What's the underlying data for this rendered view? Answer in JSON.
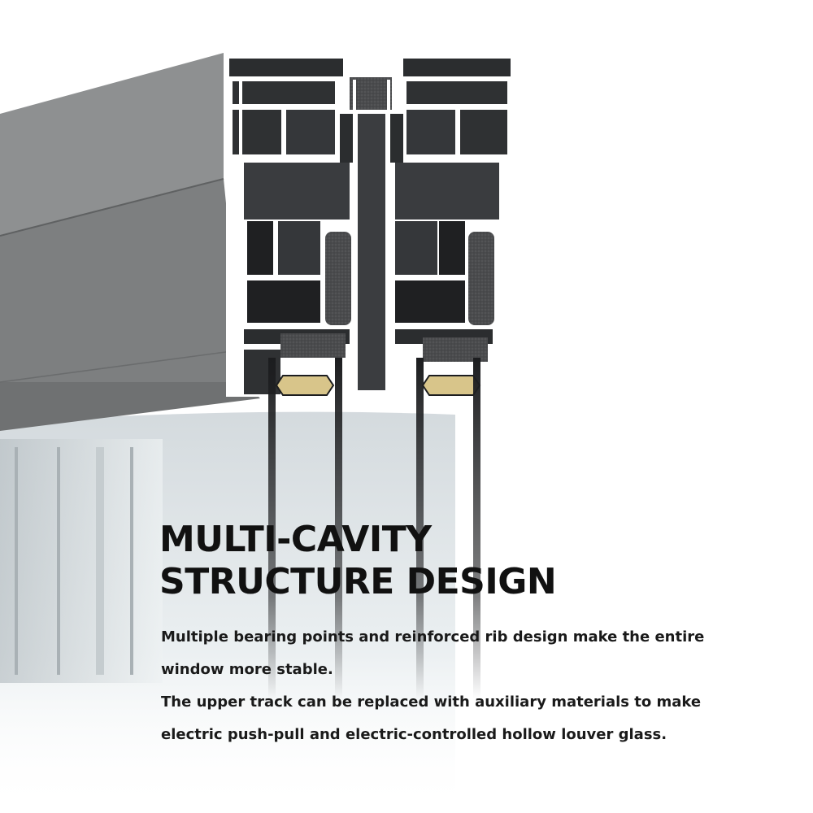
{
  "headline": {
    "line1": "MULTI-CAVITY",
    "line2": "STRUCTURE DESIGN"
  },
  "description": {
    "line1": "Multiple bearing points and reinforced rib design make the entire",
    "line2": "window more stable.",
    "line3": "The upper track can be replaced with auxiliary materials to make",
    "line4": "electric push-pull and electric-controlled hollow louver glass."
  },
  "colors": {
    "frame": "#7d7f80",
    "profile_dark": "#2a2c2e",
    "seal": "#d8c58a",
    "text": "#111111"
  }
}
